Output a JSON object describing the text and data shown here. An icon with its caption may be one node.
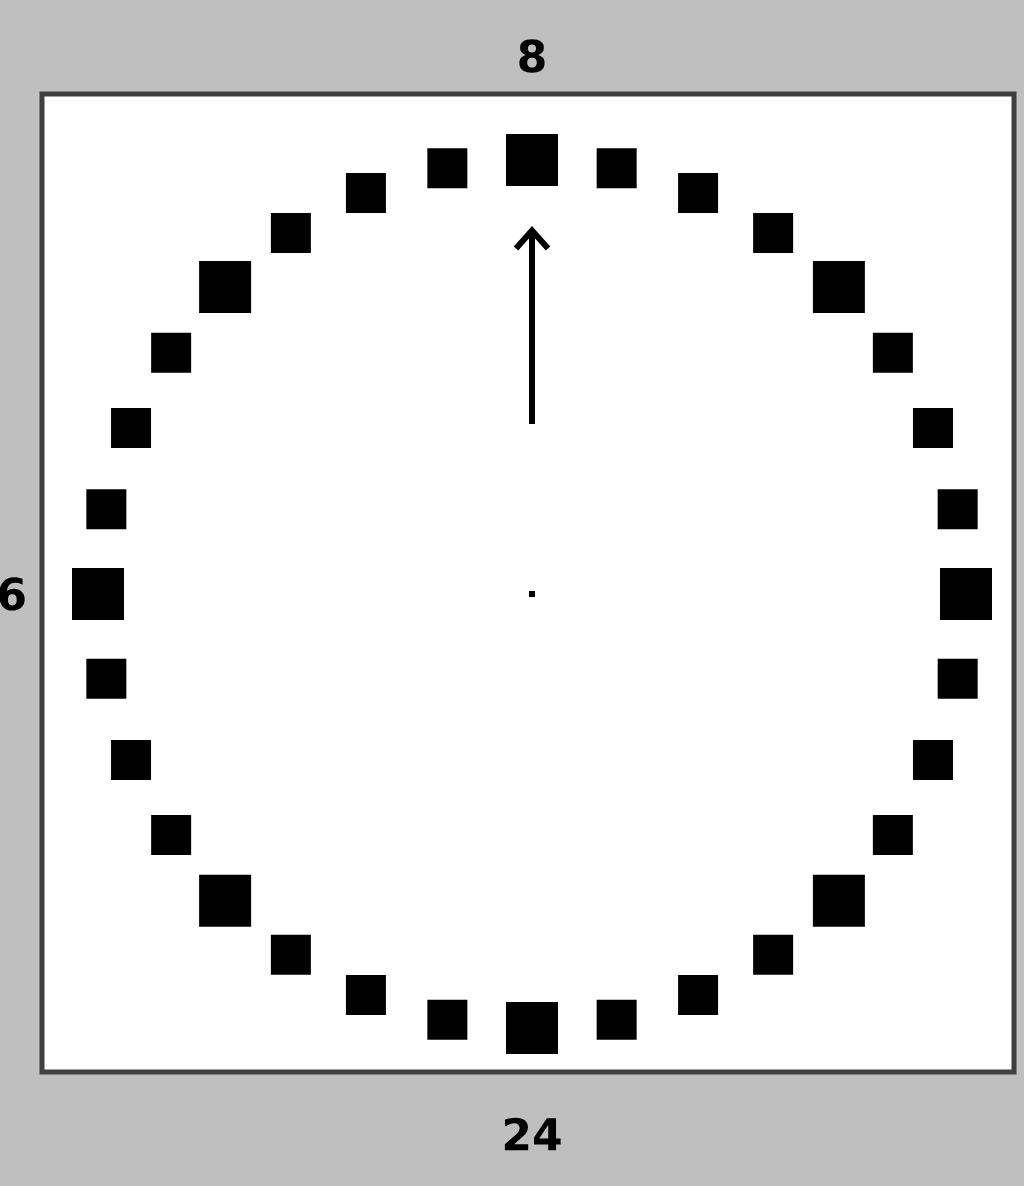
{
  "diagram": {
    "labels": [
      "8",
      "6",
      "24"
    ]
  }
}
